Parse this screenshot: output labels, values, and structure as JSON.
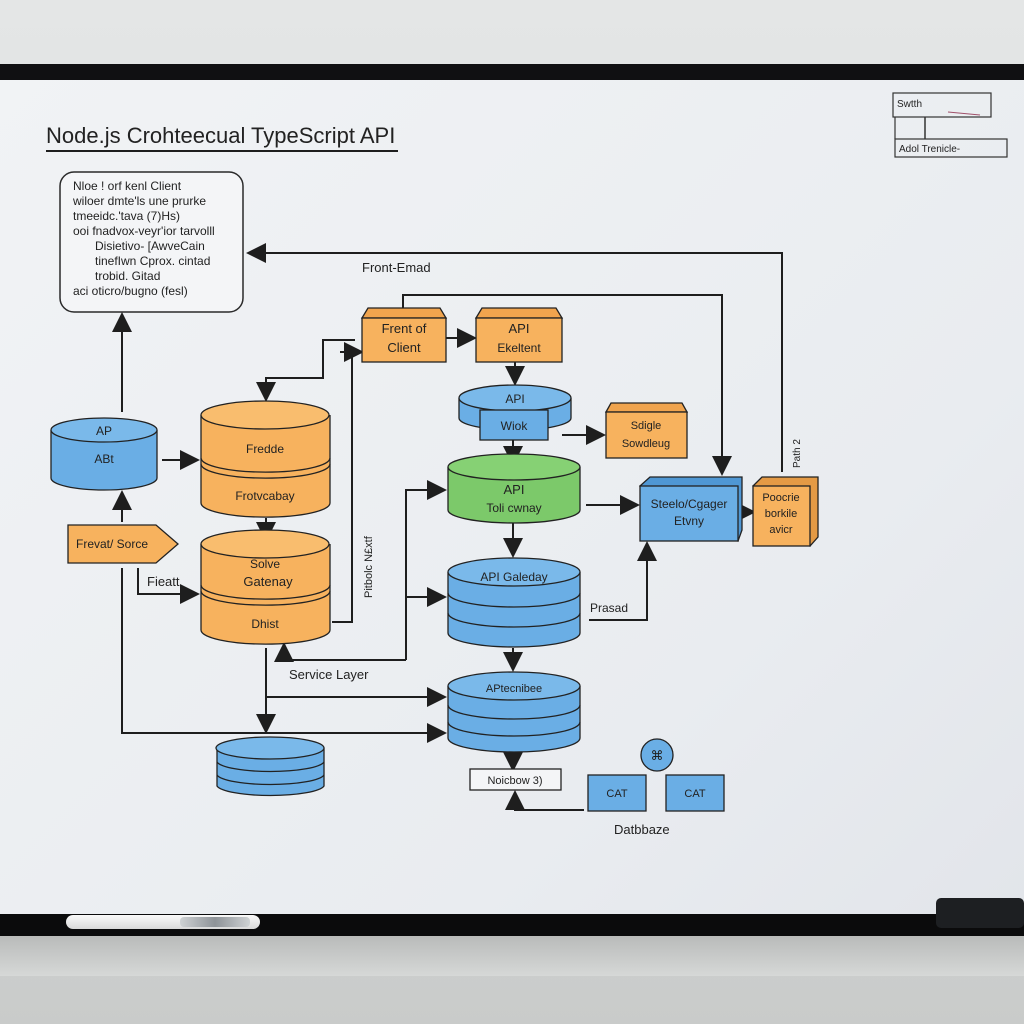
{
  "title": "Node.js Crohteecual TypeScript API",
  "legend": {
    "top_label": "Swtth",
    "bottom_label": "Adol Trenicle-"
  },
  "note": {
    "lines": [
      "Nloe ! orf kenl Client",
      "wiloer dmte'ls une prurke",
      "tmeeidc.'tava (7)Hs)",
      "ooi fnadvox-veyr'ior tarvolll",
      "Disietivo- [AwveCain",
      "tinefIwn Cprox. cintad",
      "trobid. Gitad",
      "aci oticro/bugno (fesl)"
    ]
  },
  "labels": {
    "front_end": "Front-Emad",
    "service_layer": "Service Layer",
    "fieatt": "Fieatt",
    "vertical_label": "Pitbolc N£xtf",
    "prasad": "Prasad",
    "path2": "Path 2",
    "database": "Datbbaze"
  },
  "nodes": {
    "front_client": [
      "Frent of",
      "Client"
    ],
    "api_ekeltent": [
      "API",
      "Ekeltent"
    ],
    "api_work": {
      "top": "API",
      "inner": "Wiok"
    },
    "sdigle": [
      "Sdigle",
      "Sowdleug"
    ],
    "api_gateway_green": [
      "API",
      "Toli cwnay"
    ],
    "api_gateway_blue": "API Galeday",
    "aptecnibee": "APtecnibee",
    "notebook": "Noicbow 3)",
    "steel_engine": [
      "Steelo/Cgager",
      "Etvny"
    ],
    "pooctie": [
      "Poocrie",
      "borkile",
      "avicr"
    ],
    "ap_abt": {
      "top": "AP",
      "body": "ABt"
    },
    "frevail_sorce": "Frevat/ Sorce",
    "fredde": "Fredde",
    "frotvcabay": "Frotvcabay",
    "solve_gateway": [
      "Solve",
      "Gatenay"
    ],
    "dhist": "Dhist",
    "cat_left": "CAT",
    "cat_right": "CAT",
    "circle_glyph": "⌘"
  },
  "colors": {
    "orange": "#f7b25e",
    "blue": "#6aaee5",
    "green": "#7cc96a",
    "ink": "#1e1e1e"
  }
}
